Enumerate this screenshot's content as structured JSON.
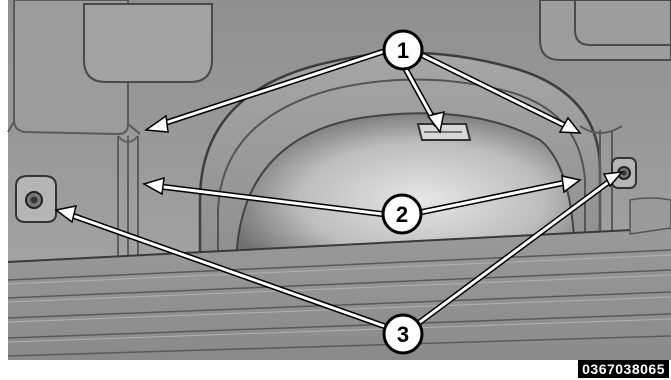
{
  "figure": {
    "callouts": [
      {
        "number": "1"
      },
      {
        "number": "2"
      },
      {
        "number": "3"
      }
    ],
    "image_code": "0367038065"
  }
}
